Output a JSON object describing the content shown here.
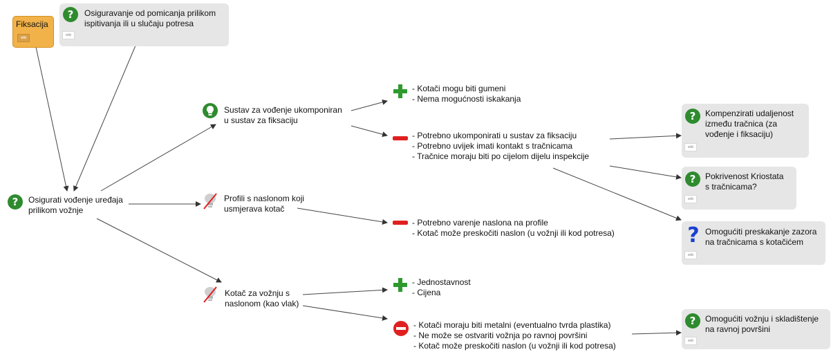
{
  "tag": {
    "label": "Fiksacija",
    "wiki": "wiki"
  },
  "nodes": {
    "root": {
      "lines": [
        "Osigurati vođenje uređaja",
        "prilikom vožnje"
      ],
      "icon": "question-icon"
    },
    "top_note": {
      "lines": [
        "Osiguravanje od pomicanja prilikom",
        "ispitivanja ili u slučaju potresa"
      ],
      "icon": "question-icon",
      "wiki": "wiki"
    },
    "sustav": {
      "lines": [
        "Sustav za vođenje ukomponiran",
        "u sustav za fiksaciju"
      ],
      "icon": "lightbulb-icon"
    },
    "profili": {
      "lines": [
        "Profili s naslonom koji",
        "usmjerava kotač"
      ],
      "icon": "rejected-idea-icon"
    },
    "kotac": {
      "lines": [
        "Kotač za vožnju s",
        "naslonom (kao vlak)"
      ],
      "icon": "rejected-idea-icon"
    }
  },
  "arguments": {
    "sustav_pro": {
      "icon": "plus-icon",
      "lines": [
        "- Kotači mogu biti gumeni",
        "- Nema mogućnosti iskakanja"
      ]
    },
    "sustav_con": {
      "icon": "minus-icon",
      "lines": [
        "- Potrebno ukomponirati u sustav za fiksaciju",
        "- Potrebno uvijek imati kontakt s tračnicama",
        "- Tračnice moraju biti po cijelom dijelu inspekcije"
      ]
    },
    "profili_con": {
      "icon": "minus-icon",
      "lines": [
        "- Potrebno varenje naslona na profile",
        "- Kotač može preskočiti naslon (u vožnji ili kod potresa)"
      ]
    },
    "kotac_pro": {
      "icon": "plus-icon",
      "lines": [
        "- Jednostavnost",
        "- Cijena"
      ]
    },
    "kotac_con": {
      "icon": "no-entry-icon",
      "lines": [
        "- Kotači moraju biti metalni (eventualno tvrda plastika)",
        "- Ne može se ostvariti vožnja po ravnoj površini",
        "- Kotač može preskočiti naslon (u vožnji ili kod potresa)"
      ]
    }
  },
  "cards": {
    "kompenzirati": {
      "icon": "question-icon",
      "lines": [
        "Kompenzirati udaljenost",
        "između tračnica (za",
        "vođenje i fiksaciju)"
      ],
      "wiki": "wiki"
    },
    "pokrivenost": {
      "icon": "question-icon",
      "lines": [
        "Pokrivenost Kriostata",
        "s tračnicama?"
      ],
      "wiki": "wiki"
    },
    "omoguciti_preskakanje": {
      "icon": "blue-question-icon",
      "lines": [
        "Omogućiti preskakanje zazora",
        "na tračnicama s kotačićem"
      ],
      "wiki": "wiki"
    },
    "omoguciti_voznju": {
      "icon": "question-icon",
      "lines": [
        "Omogućiti vožnju i skladištenje",
        "na ravnoj površini"
      ],
      "wiki": "wiki"
    }
  },
  "colors": {
    "question_green": "#2e8b2e",
    "plus_green": "#2e9a2e",
    "minus_red": "#e02020",
    "blue": "#1a3fd1",
    "card_bg": "#e6e6e6",
    "tag_orange": "#f2b24a"
  }
}
